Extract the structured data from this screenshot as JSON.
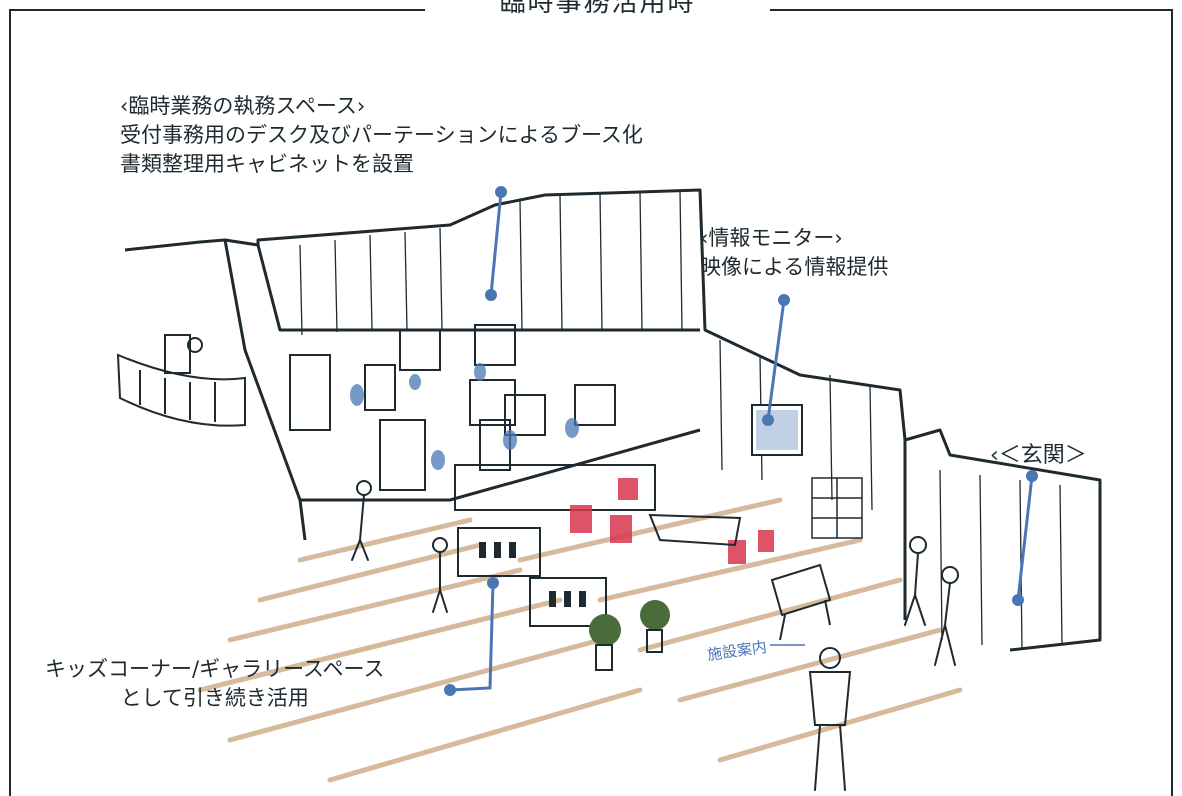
{
  "title": "臨時事務活用時",
  "annotations": {
    "booth": {
      "heading": "‹臨時業務の執務スペース›",
      "lines": [
        "受付事務用のデスク及びパーテーションによるブース化",
        "書類整理用キャビネットを設置"
      ]
    },
    "monitor": {
      "heading": "‹情報モニター›",
      "lines": [
        "映像による情報提供"
      ]
    },
    "entrance": {
      "heading": "‹＜玄関＞"
    },
    "kids": {
      "lines": [
        "キッズコーナー/ギャラリースペース",
        "として引き続き活用"
      ]
    },
    "sign_label": "施設案内"
  },
  "colors": {
    "leader": "#4a77b4",
    "ink": "#1e2a30",
    "chair_red": "#d9364e",
    "floor": "#c9a47a",
    "monitor": "#4a77b4"
  }
}
